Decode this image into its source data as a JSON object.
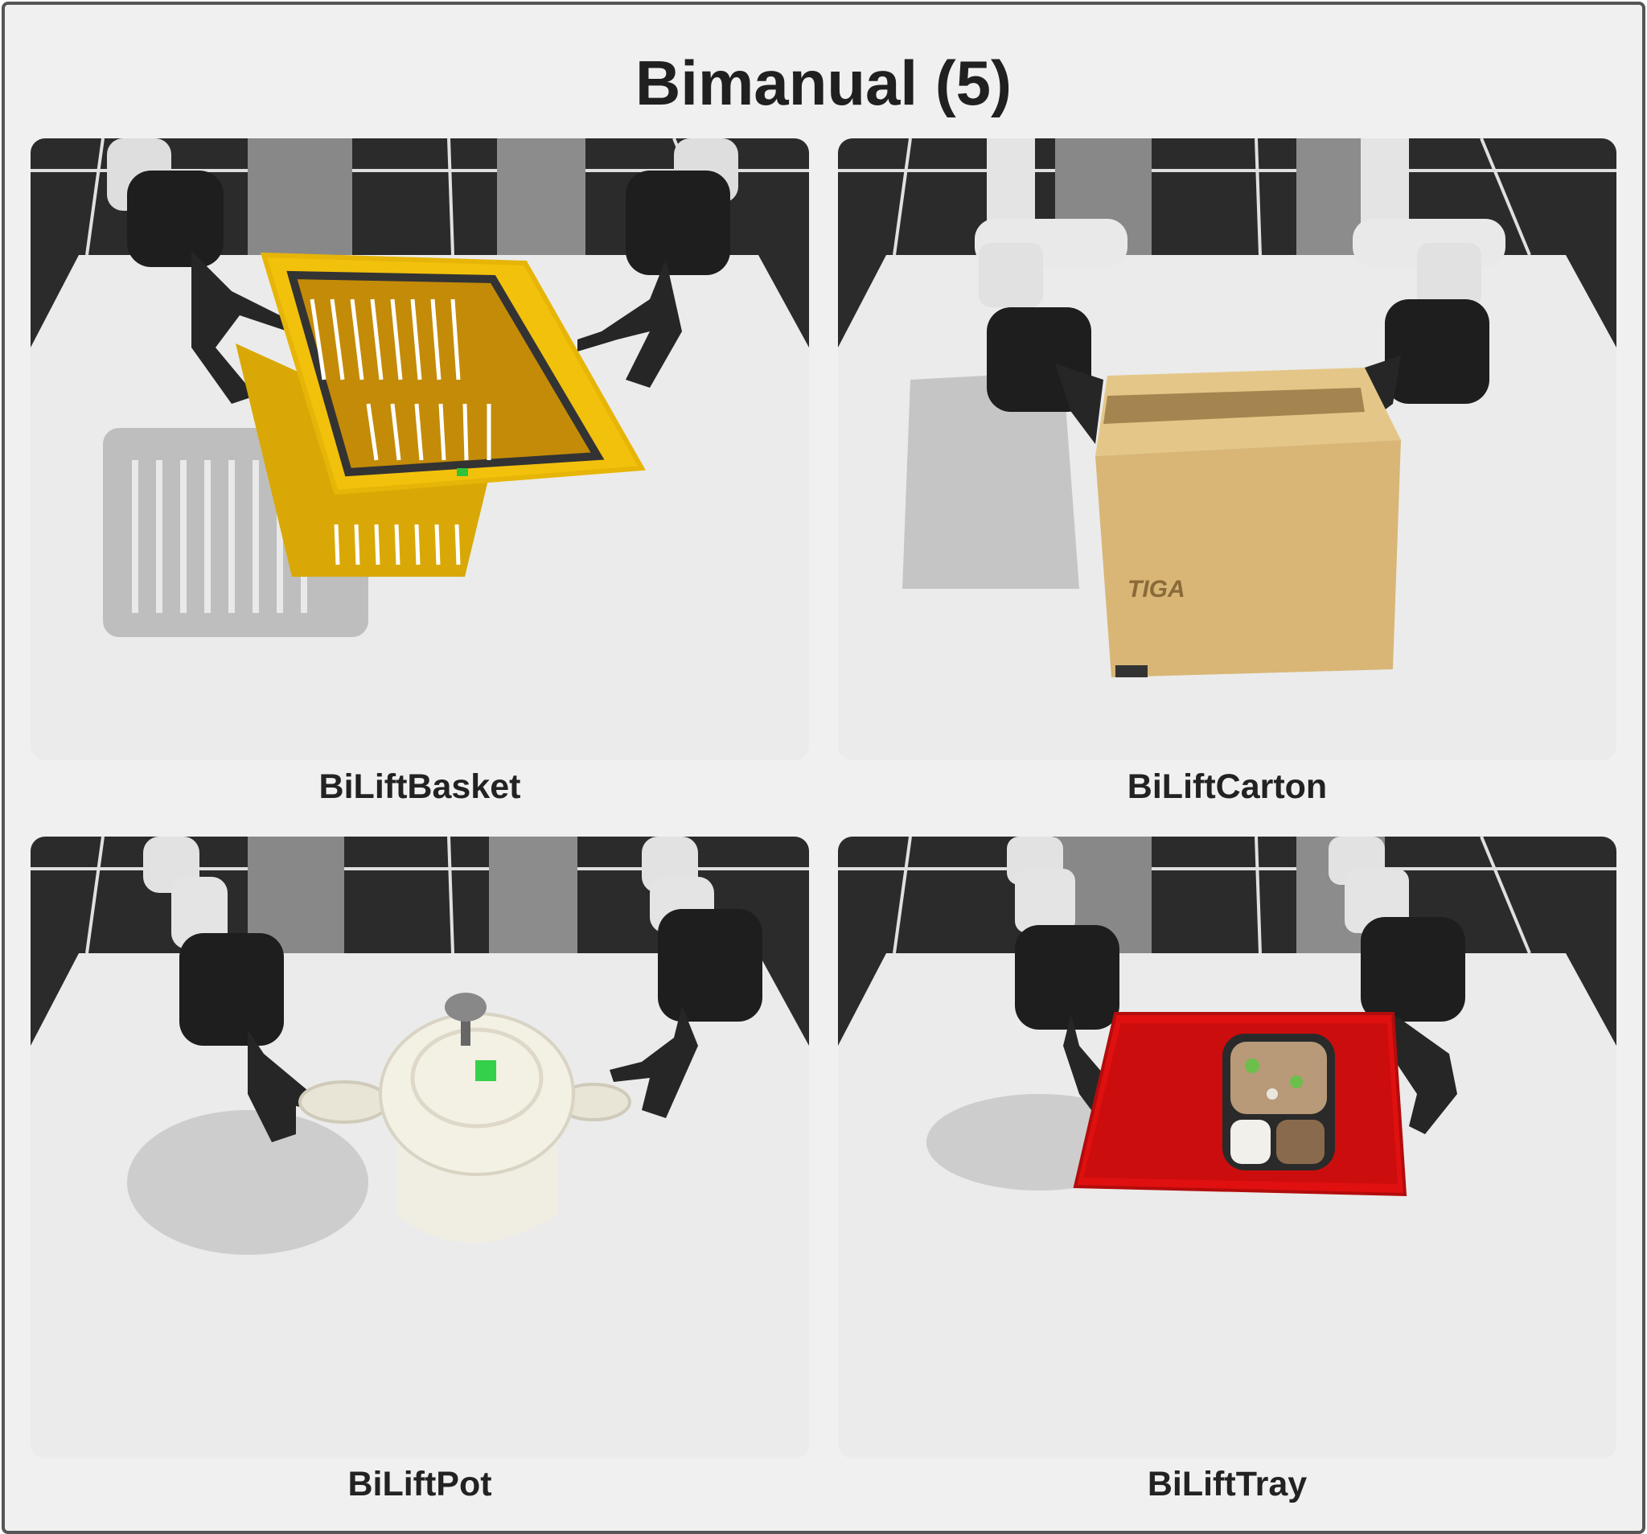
{
  "header": {
    "title": "Bimanual (5)"
  },
  "panels": [
    {
      "label": "BiLiftBasket",
      "object_icon": "basket-icon",
      "object_color": "#f2c10c"
    },
    {
      "label": "BiLiftCarton",
      "object_icon": "carton-icon",
      "object_color": "#d9b676",
      "carton_logo": "TIGA"
    },
    {
      "label": "BiLiftPot",
      "object_icon": "pot-icon",
      "object_color": "#f3f0e4"
    },
    {
      "label": "BiLiftTray",
      "object_icon": "tray-icon",
      "object_color": "#e01010"
    }
  ]
}
